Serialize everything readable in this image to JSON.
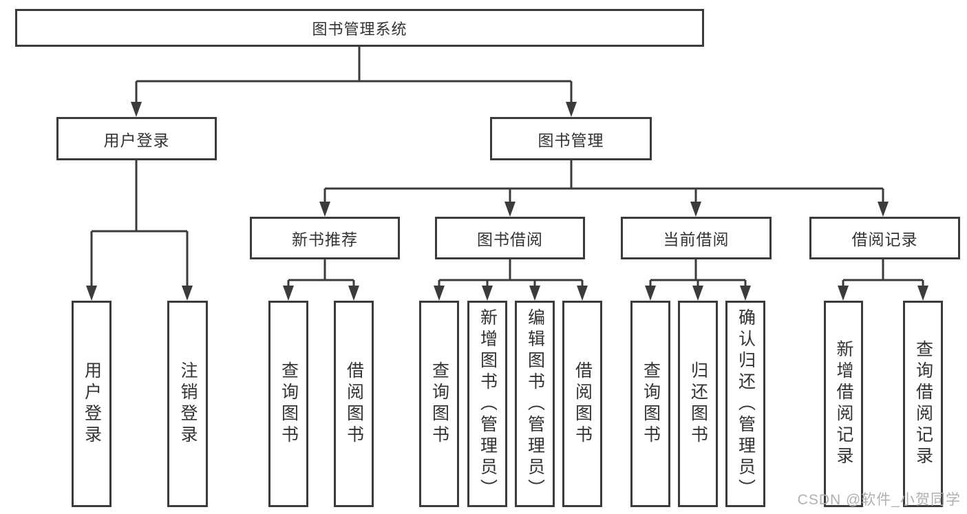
{
  "diagram": {
    "root": {
      "label": "图书管理系统",
      "children": [
        {
          "label": "用户登录",
          "children": [
            {
              "label": "用户登录"
            },
            {
              "label": "注销登录"
            }
          ]
        },
        {
          "label": "图书管理",
          "children": [
            {
              "label": "新书推荐",
              "children": [
                {
                  "label": "查询图书"
                },
                {
                  "label": "借阅图书"
                }
              ]
            },
            {
              "label": "图书借阅",
              "children": [
                {
                  "label": "查询图书"
                },
                {
                  "label": "新增图书（管理员）"
                },
                {
                  "label": "编辑图书（管理员）"
                },
                {
                  "label": "借阅图书"
                }
              ]
            },
            {
              "label": "当前借阅",
              "children": [
                {
                  "label": "查询图书"
                },
                {
                  "label": "归还图书"
                },
                {
                  "label": "确认归还（管理员）"
                }
              ]
            },
            {
              "label": "借阅记录",
              "children": [
                {
                  "label": "新增借阅记录"
                },
                {
                  "label": "查询借阅记录"
                }
              ]
            }
          ]
        }
      ]
    },
    "colors": {
      "line": "#3b3b3b",
      "box_border": "#3b3b3b",
      "box_fill": "#ffffff",
      "text": "#333333"
    }
  },
  "watermark": {
    "text": "CSDN @软件_小贺同学",
    "color": "#b0b0b0"
  }
}
